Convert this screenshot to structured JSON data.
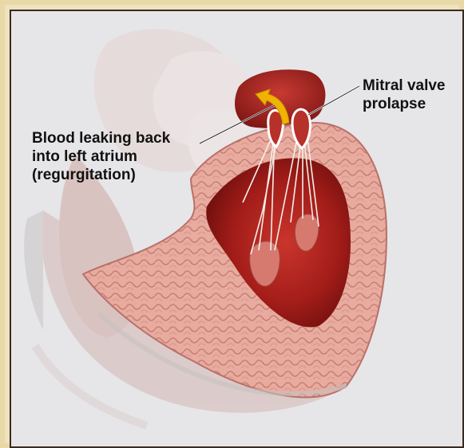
{
  "labels": {
    "regurgitation": [
      "Blood leaking back",
      "into left atrium",
      "(regurgitation)"
    ],
    "mitral_valve_prolapse": [
      "Mitral valve",
      "prolapse"
    ]
  },
  "colors": {
    "background": "#e6e6e8",
    "border": "#3a2a1e",
    "myocardium": "#e7a79c",
    "chamber": "#9c1a17",
    "arrow": "#f0b400"
  }
}
